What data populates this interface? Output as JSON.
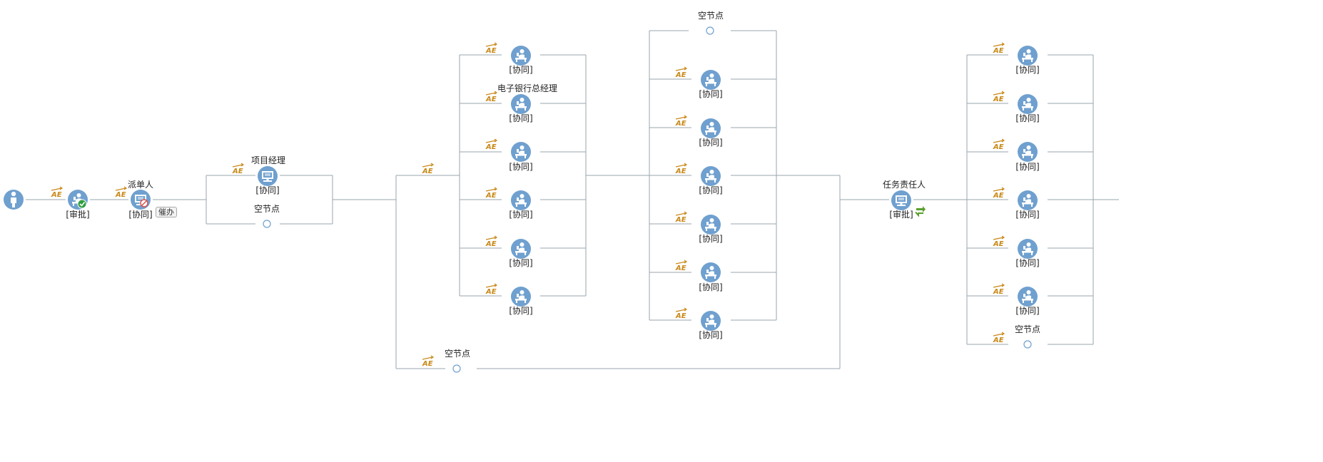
{
  "diagram": {
    "colors": {
      "node": "#6fa0cf",
      "line": "#9aa4ad",
      "ae_marker": "#c98a1a",
      "done_check": "#2e9e3f",
      "transfer_arrow": "#5aa02c"
    },
    "ae_marker_text": "AE",
    "start": {
      "icon": "person-icon"
    },
    "nodes": [
      {
        "id": "n1",
        "icon": "approve-done-icon",
        "title": "",
        "role": "[审批]"
      },
      {
        "id": "n2",
        "icon": "dispatch-icon",
        "title": "派单人",
        "role": "[协同]",
        "button": "催办"
      },
      {
        "id": "n3",
        "icon": "monitor-icon",
        "title": "项目经理",
        "role": "[协同]"
      },
      {
        "id": "n4",
        "icon": "empty-node-icon",
        "title": "空节点",
        "role": ""
      },
      {
        "id": "g1",
        "icon": "worker-icon",
        "title": "",
        "role": "[协同]"
      },
      {
        "id": "g2",
        "icon": "worker-icon",
        "title": "电子银行总经理",
        "role": "[协同]"
      },
      {
        "id": "g3",
        "icon": "worker-icon",
        "title": "",
        "role": "[协同]"
      },
      {
        "id": "g4",
        "icon": "worker-icon",
        "title": "",
        "role": "[协同]"
      },
      {
        "id": "g5",
        "icon": "worker-icon",
        "title": "",
        "role": "[协同]"
      },
      {
        "id": "g6",
        "icon": "worker-icon",
        "title": "",
        "role": "[协同]"
      },
      {
        "id": "h0",
        "icon": "empty-node-icon",
        "title": "空节点",
        "role": ""
      },
      {
        "id": "h1",
        "icon": "worker-icon",
        "title": "",
        "role": "[协同]"
      },
      {
        "id": "h2",
        "icon": "worker-icon",
        "title": "",
        "role": "[协同]"
      },
      {
        "id": "h3",
        "icon": "worker-icon",
        "title": "",
        "role": "[协同]"
      },
      {
        "id": "h4",
        "icon": "worker-icon",
        "title": "",
        "role": "[协同]"
      },
      {
        "id": "h5",
        "icon": "worker-icon",
        "title": "",
        "role": "[协同]"
      },
      {
        "id": "h6",
        "icon": "worker-icon",
        "title": "",
        "role": "[协同]"
      },
      {
        "id": "e1",
        "icon": "empty-node-icon",
        "title": "空节点",
        "role": ""
      },
      {
        "id": "t1",
        "icon": "monitor-icon",
        "title": "任务责任人",
        "role": "[审批]"
      },
      {
        "id": "k1",
        "icon": "worker-icon",
        "title": "",
        "role": "[协同]"
      },
      {
        "id": "k2",
        "icon": "worker-icon",
        "title": "",
        "role": "[协同]"
      },
      {
        "id": "k3",
        "icon": "worker-icon",
        "title": "",
        "role": "[协同]"
      },
      {
        "id": "k4",
        "icon": "worker-icon",
        "title": "",
        "role": "[协同]"
      },
      {
        "id": "k5",
        "icon": "worker-icon",
        "title": "",
        "role": "[协同]"
      },
      {
        "id": "k6",
        "icon": "worker-icon",
        "title": "",
        "role": "[协同]"
      },
      {
        "id": "k7",
        "icon": "empty-node-icon",
        "title": "空节点",
        "role": ""
      }
    ]
  }
}
